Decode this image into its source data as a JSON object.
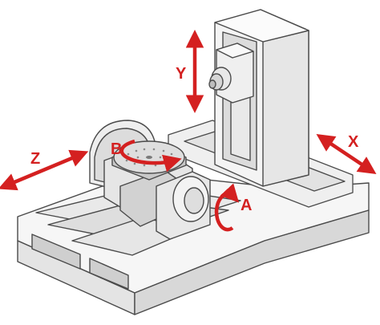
{
  "diagram": {
    "colors": {
      "outline": "#4a4a4a",
      "fill": "#f2f2f2",
      "shade": "#dcdcdc",
      "dark": "#b8b8b8",
      "arrow": "#d42020"
    },
    "axes": {
      "x": "X",
      "y": "Y",
      "z": "Z",
      "a": "A",
      "b": "B"
    }
  }
}
